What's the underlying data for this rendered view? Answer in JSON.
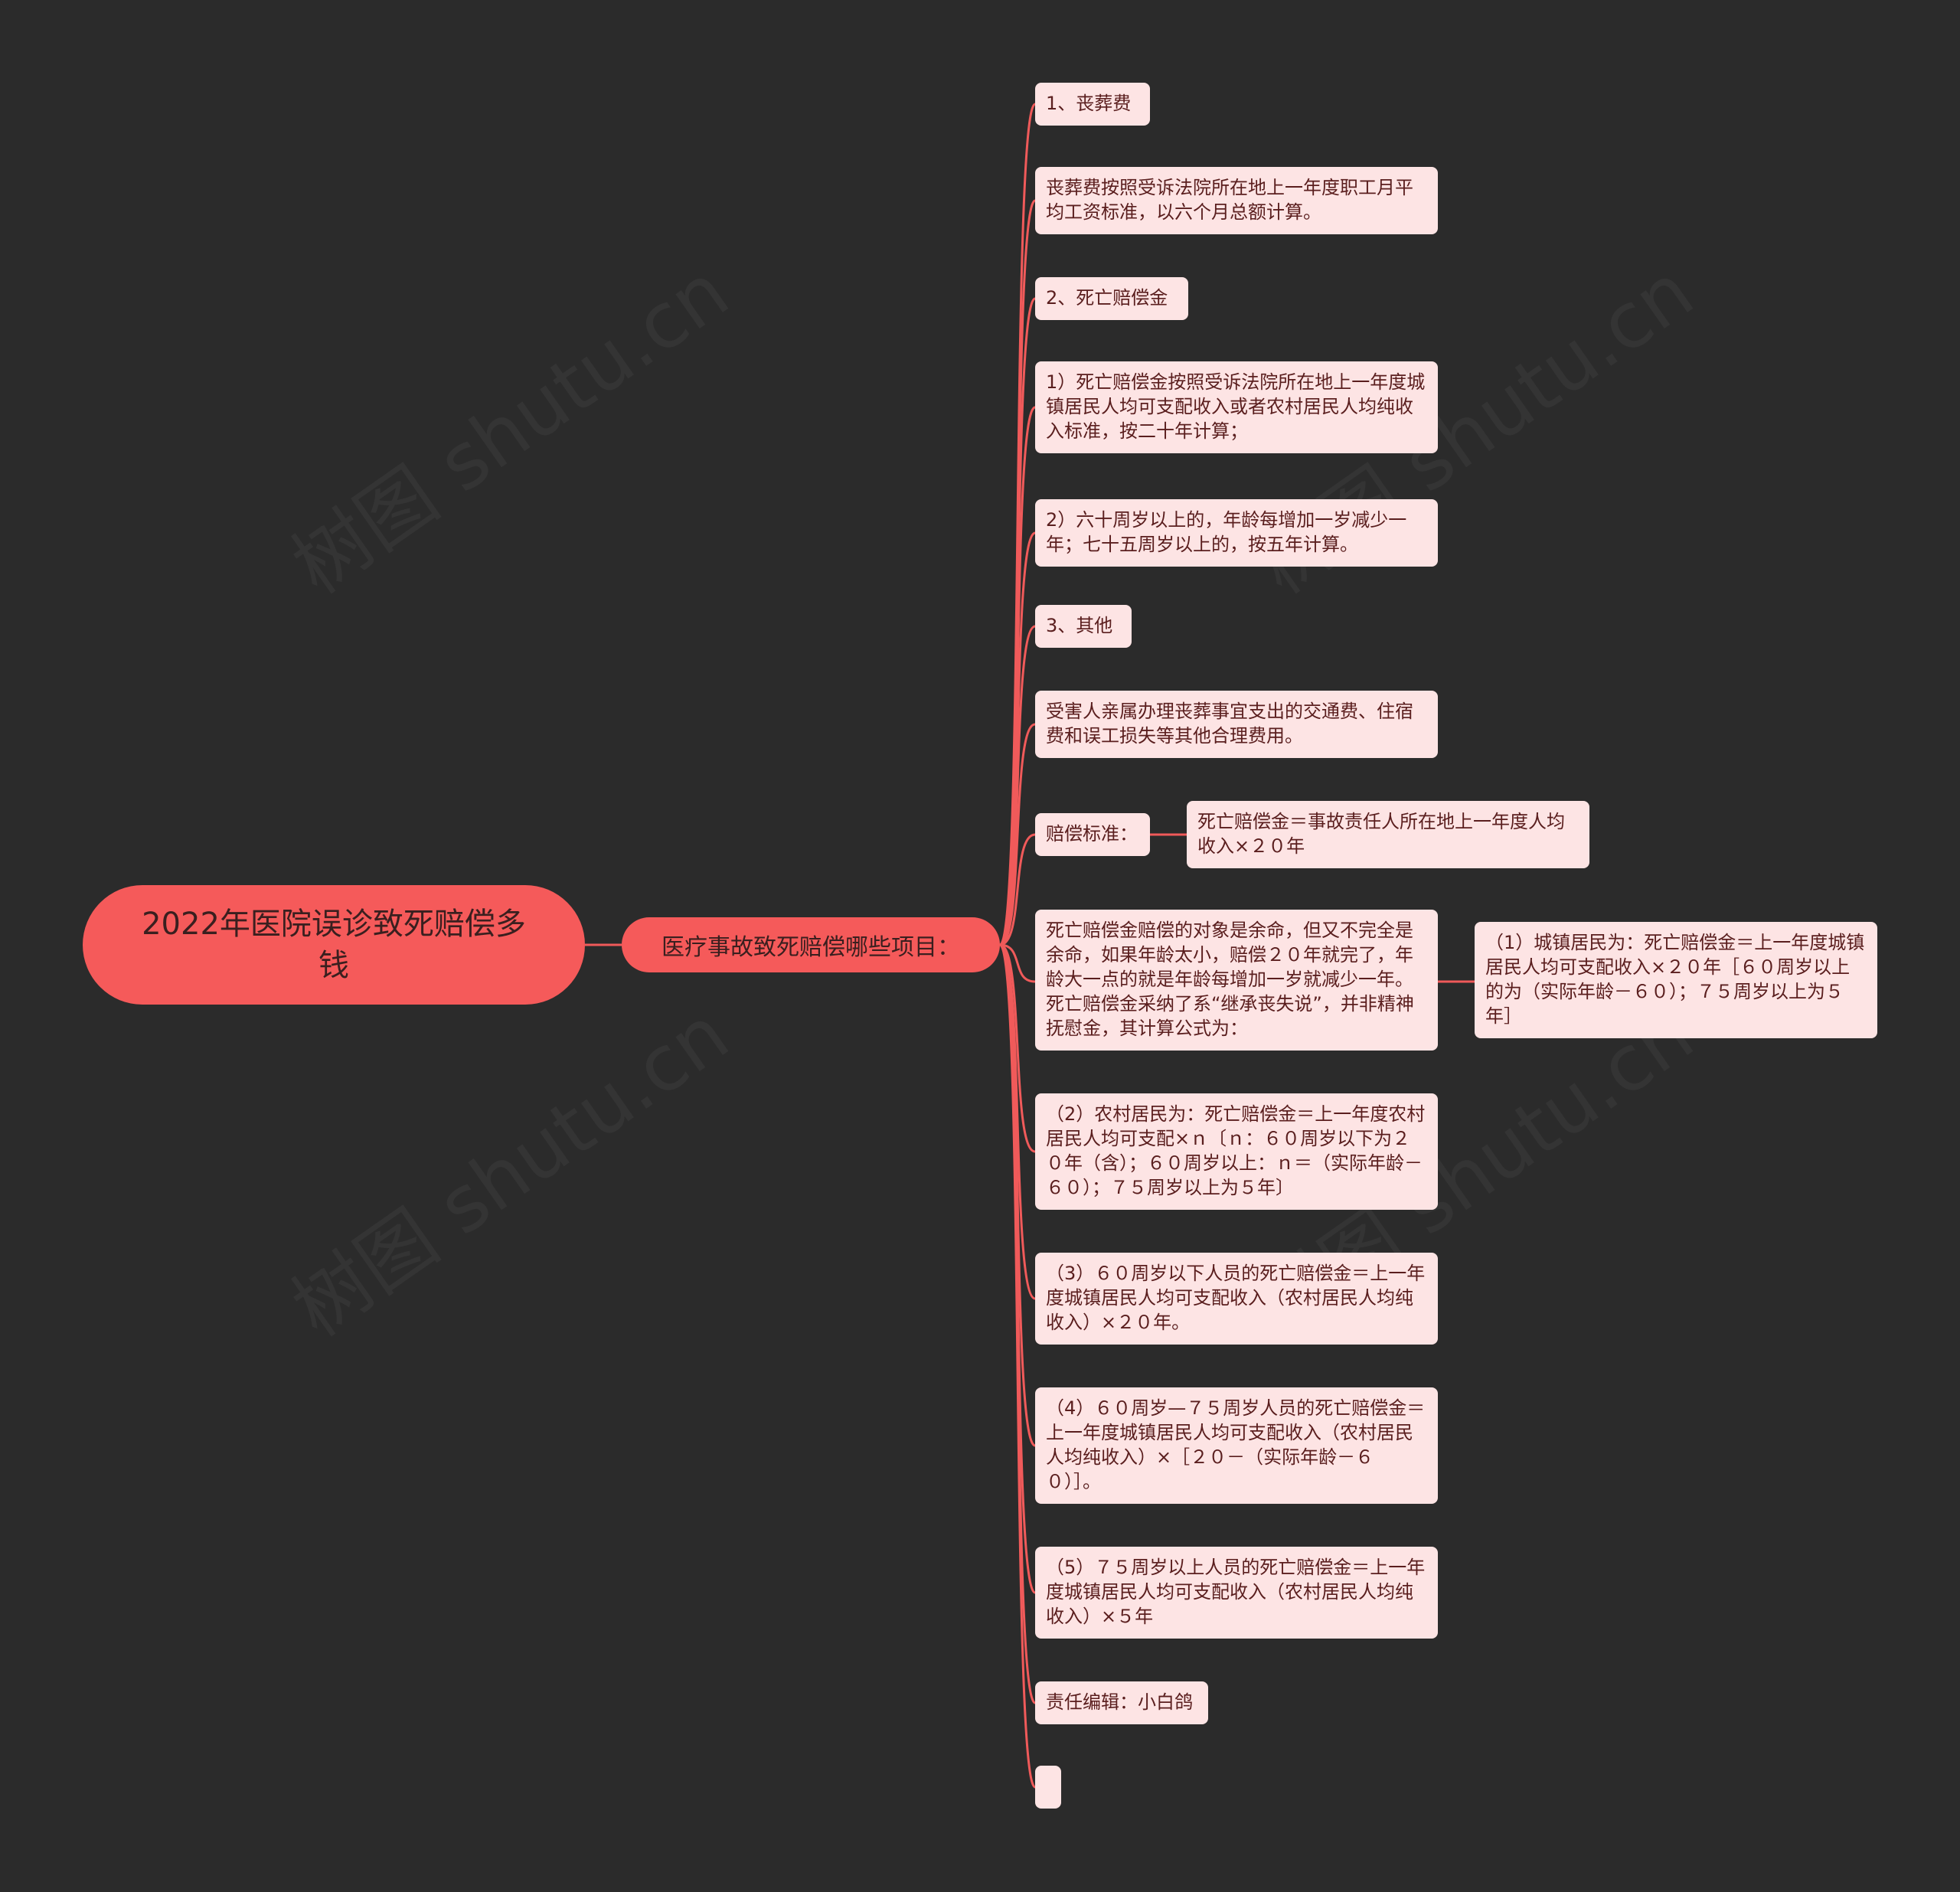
{
  "root": {
    "title": "2022年医院误诊致死赔偿多钱"
  },
  "branch": {
    "label": "医疗事故致死赔偿哪些项目："
  },
  "leaves": [
    "1、丧葬费",
    "丧葬费按照受诉法院所在地上一年度职工月平均工资标准，以六个月总额计算。",
    "2、死亡赔偿金",
    "1）死亡赔偿金按照受诉法院所在地上一年度城镇居民人均可支配收入或者农村居民人均纯收入标准，按二十年计算；",
    "2）六十周岁以上的，年龄每增加一岁减少一年；七十五周岁以上的，按五年计算。",
    "3、其他",
    "受害人亲属办理丧葬事宜支出的交通费、住宿费和误工损失等其他合理费用。",
    "赔偿标准：",
    "死亡赔偿金赔偿的对象是余命，但又不完全是余命，如果年龄太小，赔偿２０年就完了，年龄大一点的就是年龄每增加一岁就减少一年。死亡赔偿金采纳了系“继承丧失说”，并非精神抚慰金，其计算公式为：",
    "（2）农村居民为：死亡赔偿金＝上一年度农村居民人均可支配×ｎ〔ｎ：６０周岁以下为２０年（含）；６０周岁以上：ｎ＝（实际年龄－６０）；７５周岁以上为５年〕",
    "（3）６０周岁以下人员的死亡赔偿金＝上一年度城镇居民人均可支配收入（农村居民人均纯收入）×２０年。",
    "（4）６０周岁—７５周岁人员的死亡赔偿金＝上一年度城镇居民人均可支配收入（农村居民人均纯收入）×［２０－（实际年龄－６０）］。",
    "（5）７５周岁以上人员的死亡赔偿金＝上一年度城镇居民人均可支配收入（农村居民人均纯收入）×５年",
    "责任编辑：小白鸽",
    ""
  ],
  "sub_leaves": {
    "standard": "死亡赔偿金＝事故责任人所在地上一年度人均收入×２０年",
    "urban": "（1）城镇居民为：死亡赔偿金＝上一年度城镇居民人均可支配收入×２０年［６０周岁以上的为（实际年龄－６０）；７５周岁以上为５年］"
  },
  "watermark": "树图 shutu.cn",
  "colors": {
    "background": "#2b2b2b",
    "node": "#f55a5a",
    "leaf": "#fde4e4",
    "wire": "#f05a5a",
    "leaf_text": "#5a1e1e"
  }
}
